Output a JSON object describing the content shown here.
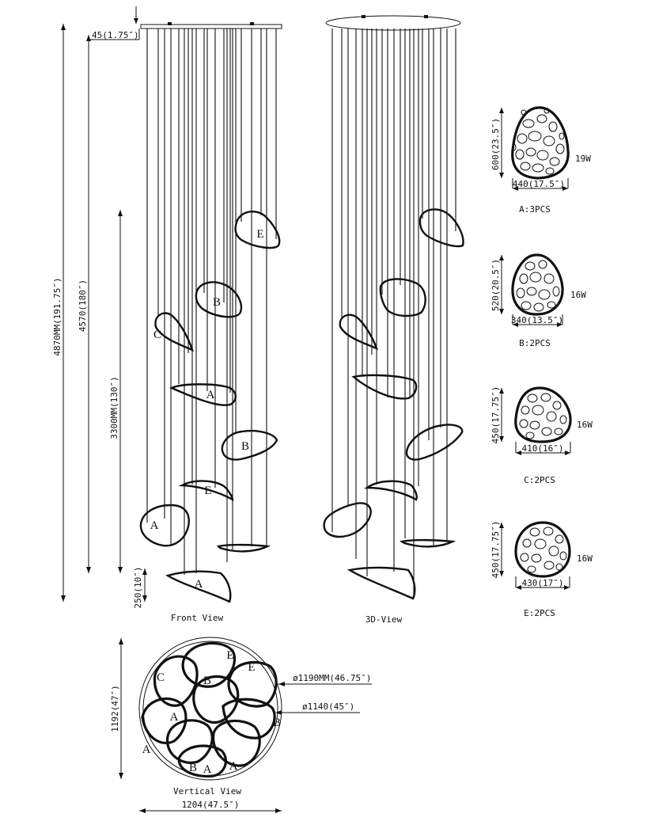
{
  "front_view": {
    "caption": "Front View",
    "dim_top": "45(1.75″)",
    "dim_overall": "4870MM(191.75″)",
    "dim_mid": "4570(180″)",
    "dim_drop": "3300MM(130″)",
    "dim_bottom": "250(10″)",
    "labels": [
      "E",
      "B",
      "C",
      "A",
      "B",
      "E",
      "A",
      "A"
    ]
  },
  "view_3d": {
    "caption": "3D-View"
  },
  "vertical_view": {
    "caption": "Vertical View",
    "dim_outer": "ø1190MM(46.75″)",
    "dim_inner": "ø1140(45″)",
    "dim_height": "1192(47″)",
    "dim_width": "1204(47.5″)",
    "labels": [
      "E",
      "E",
      "C",
      "B",
      "A",
      "A",
      "B",
      "A",
      "A",
      "B"
    ]
  },
  "pendants": [
    {
      "id": "A",
      "height": "600(23.5″)",
      "width": "440(17.5″)",
      "power": "19W",
      "qty": "A:3PCS"
    },
    {
      "id": "B",
      "height": "520(20.5″)",
      "width": "340(13.5″)",
      "power": "16W",
      "qty": "B:2PCS"
    },
    {
      "id": "C",
      "height": "450(17.75″)",
      "width": "410(16″)",
      "power": "16W",
      "qty": "C:2PCS"
    },
    {
      "id": "E",
      "height": "450(17.75″)",
      "width": "430(17″)",
      "power": "16W",
      "qty": "E:2PCS"
    }
  ]
}
